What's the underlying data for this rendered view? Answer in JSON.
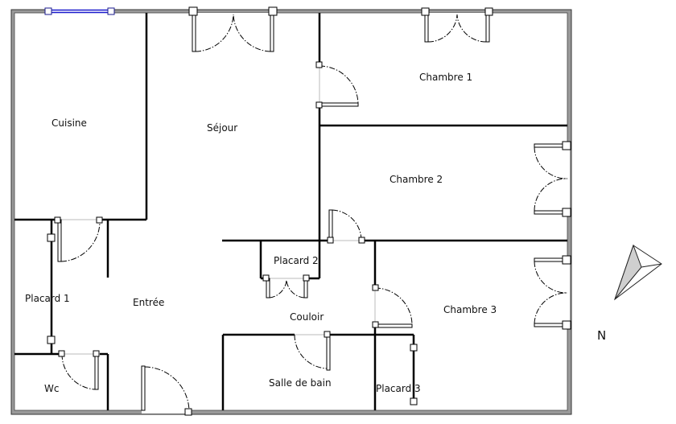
{
  "plan": {
    "rooms": [
      {
        "id": "cuisine",
        "label": "Cuisine"
      },
      {
        "id": "sejour",
        "label": "Séjour"
      },
      {
        "id": "chambre1",
        "label": "Chambre 1"
      },
      {
        "id": "chambre2",
        "label": "Chambre 2"
      },
      {
        "id": "chambre3",
        "label": "Chambre 3"
      },
      {
        "id": "placard1",
        "label": "Placard 1"
      },
      {
        "id": "placard2",
        "label": "Placard 2"
      },
      {
        "id": "placard3",
        "label": "Placard 3"
      },
      {
        "id": "entree",
        "label": "Entrée"
      },
      {
        "id": "couloir",
        "label": "Couloir"
      },
      {
        "id": "salle-de-bain",
        "label": "Salle de bain"
      },
      {
        "id": "wc",
        "label": "Wc"
      }
    ],
    "north_label": "N",
    "colors": {
      "wall": "#000000",
      "outer_wall": "#999999",
      "window": "#1a1acc"
    }
  }
}
